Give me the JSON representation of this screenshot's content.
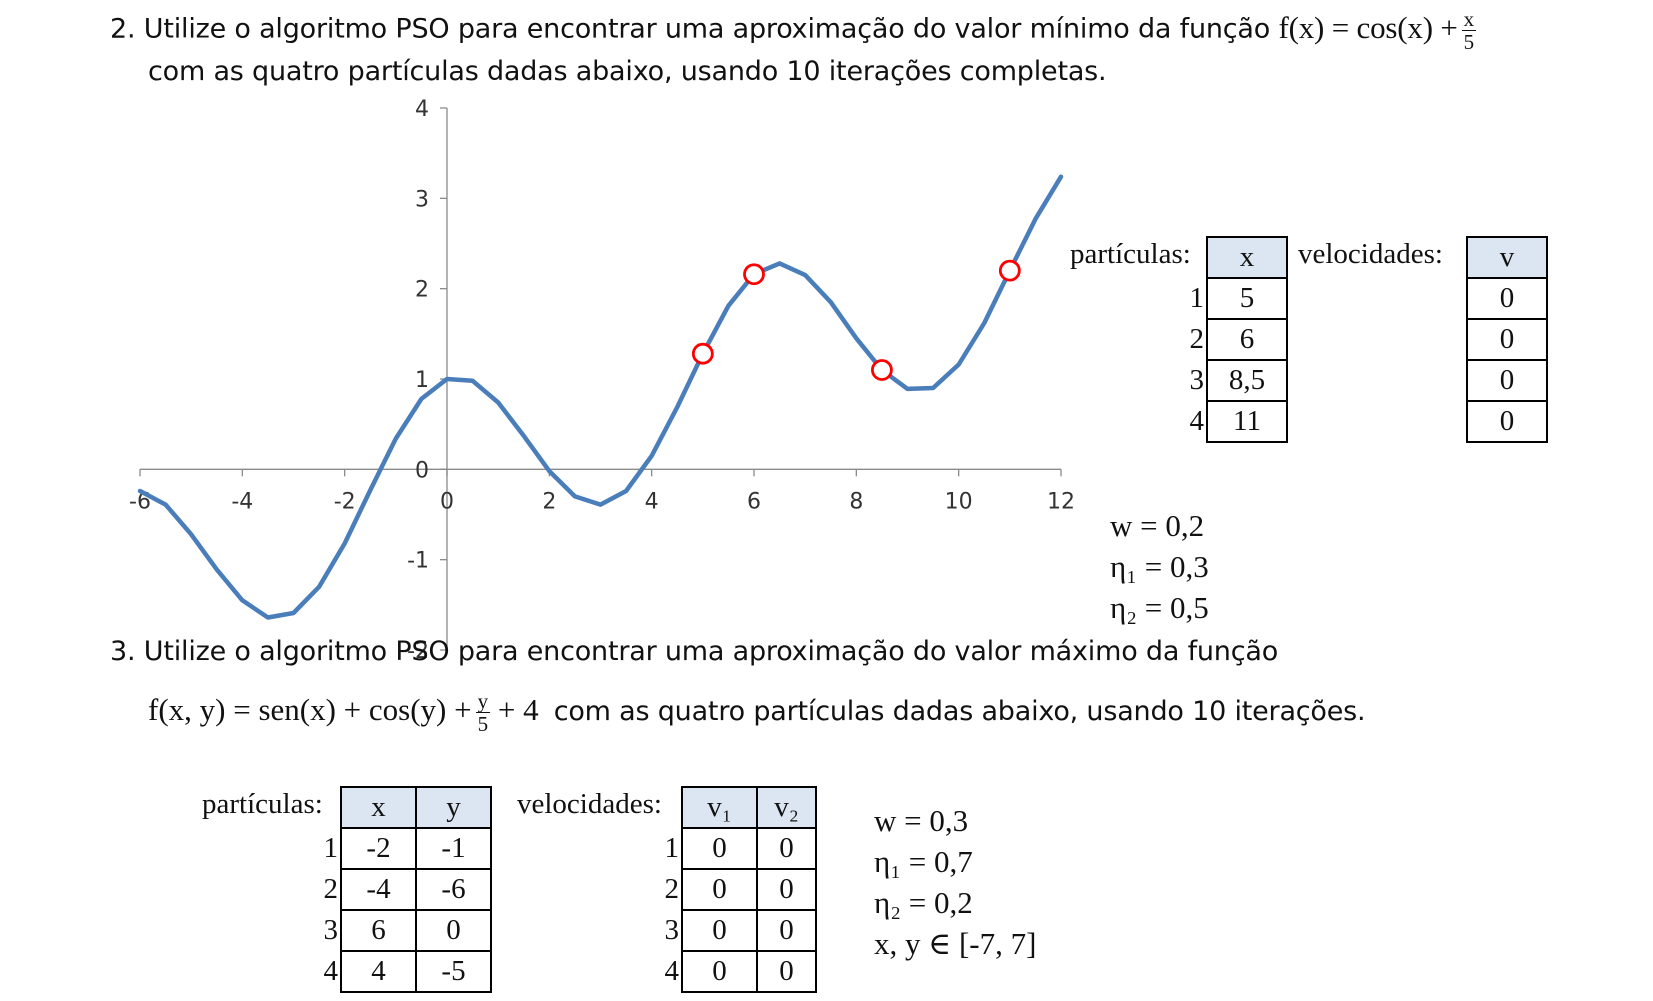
{
  "q2": {
    "number": "2.",
    "text_before": "Utilize o algoritmo PSO para encontrar uma aproximação do valor mínimo da função",
    "formula_lhs": "f(x) = cos(x) +",
    "formula_frac_num": "x",
    "formula_frac_den": "5",
    "text_line2": "com as quatro partículas dadas abaixo, usando 10 iterações completas.",
    "particles_label": "partículas:",
    "particles_header": "x",
    "particles": [
      {
        "index": "1",
        "x": "5"
      },
      {
        "index": "2",
        "x": "6"
      },
      {
        "index": "3",
        "x": "8,5"
      },
      {
        "index": "4",
        "x": "11"
      }
    ],
    "velocities_label": "velocidades:",
    "velocities_header": "v",
    "velocities": [
      "0",
      "0",
      "0",
      "0"
    ],
    "params": [
      "w = 0,2",
      "η₁ = 0,3",
      "η₂ = 0,5"
    ]
  },
  "q3": {
    "number": "3.",
    "text_line1": "Utilize o algoritmo PSO para encontrar uma aproximação do valor máximo da função",
    "formula_lhs": "f(x, y) = sen(x) + cos(y) +",
    "formula_frac_num": "y",
    "formula_frac_den": "5",
    "formula_rhs": "+ 4",
    "text_after": "com as quatro partículas dadas abaixo, usando 10 iterações.",
    "particles_label": "partículas:",
    "particles_headers": [
      "x",
      "y"
    ],
    "particles": [
      {
        "index": "1",
        "x": "-2",
        "y": "-1"
      },
      {
        "index": "2",
        "x": "-4",
        "y": "-6"
      },
      {
        "index": "3",
        "x": "6",
        "y": "0"
      },
      {
        "index": "4",
        "x": "4",
        "y": "-5"
      }
    ],
    "velocities_label": "velocidades:",
    "velocities_headers": [
      "v₁",
      "v₂"
    ],
    "velocities": [
      {
        "index": "1",
        "v1": "0",
        "v2": "0"
      },
      {
        "index": "2",
        "v1": "0",
        "v2": "0"
      },
      {
        "index": "3",
        "v1": "0",
        "v2": "0"
      },
      {
        "index": "4",
        "v1": "0",
        "v2": "0"
      }
    ],
    "params": [
      "w = 0,3",
      "η₁ = 0,7",
      "η₂ = 0,2",
      "x, y ∈ [-7, 7]"
    ]
  },
  "chart_data": {
    "type": "line",
    "function": "cos(x) + x/5",
    "x": [
      -6,
      -5.5,
      -5,
      -4.5,
      -4,
      -3.5,
      -3,
      -2.5,
      -2,
      -1.5,
      -1,
      -0.5,
      0,
      0.5,
      1,
      1.5,
      2,
      2.5,
      3,
      3.5,
      4,
      4.5,
      5,
      5.5,
      6,
      6.5,
      7,
      7.5,
      8,
      8.5,
      9,
      9.5,
      10,
      10.5,
      11,
      11.5,
      12
    ],
    "y": [
      -0.24,
      -0.39,
      -0.72,
      -1.11,
      -1.45,
      -1.64,
      -1.59,
      -1.3,
      -0.82,
      -0.23,
      0.34,
      0.78,
      1.0,
      0.98,
      0.74,
      0.37,
      -0.02,
      -0.3,
      -0.39,
      -0.24,
      0.15,
      0.69,
      1.28,
      1.81,
      2.16,
      2.28,
      2.15,
      1.85,
      1.45,
      1.1,
      0.89,
      0.9,
      1.16,
      1.62,
      2.2,
      2.77,
      3.24
    ],
    "points": [
      {
        "x": 5,
        "y": 1.28
      },
      {
        "x": 6,
        "y": 2.16
      },
      {
        "x": 8.5,
        "y": 1.1
      },
      {
        "x": 11,
        "y": 2.2
      }
    ],
    "xlim": [
      -6,
      12
    ],
    "ylim": [
      -2,
      4
    ],
    "xticks": [
      "-6",
      "-4",
      "-2",
      "0",
      "2",
      "4",
      "6",
      "8",
      "10",
      "12"
    ],
    "yticks": [
      "4",
      "3",
      "2",
      "1",
      "0",
      "-1",
      "-2"
    ],
    "line_color": "#4a7ebb",
    "marker_color": "#ff0000",
    "grid": false,
    "title": "",
    "xlabel": "",
    "ylabel": ""
  }
}
